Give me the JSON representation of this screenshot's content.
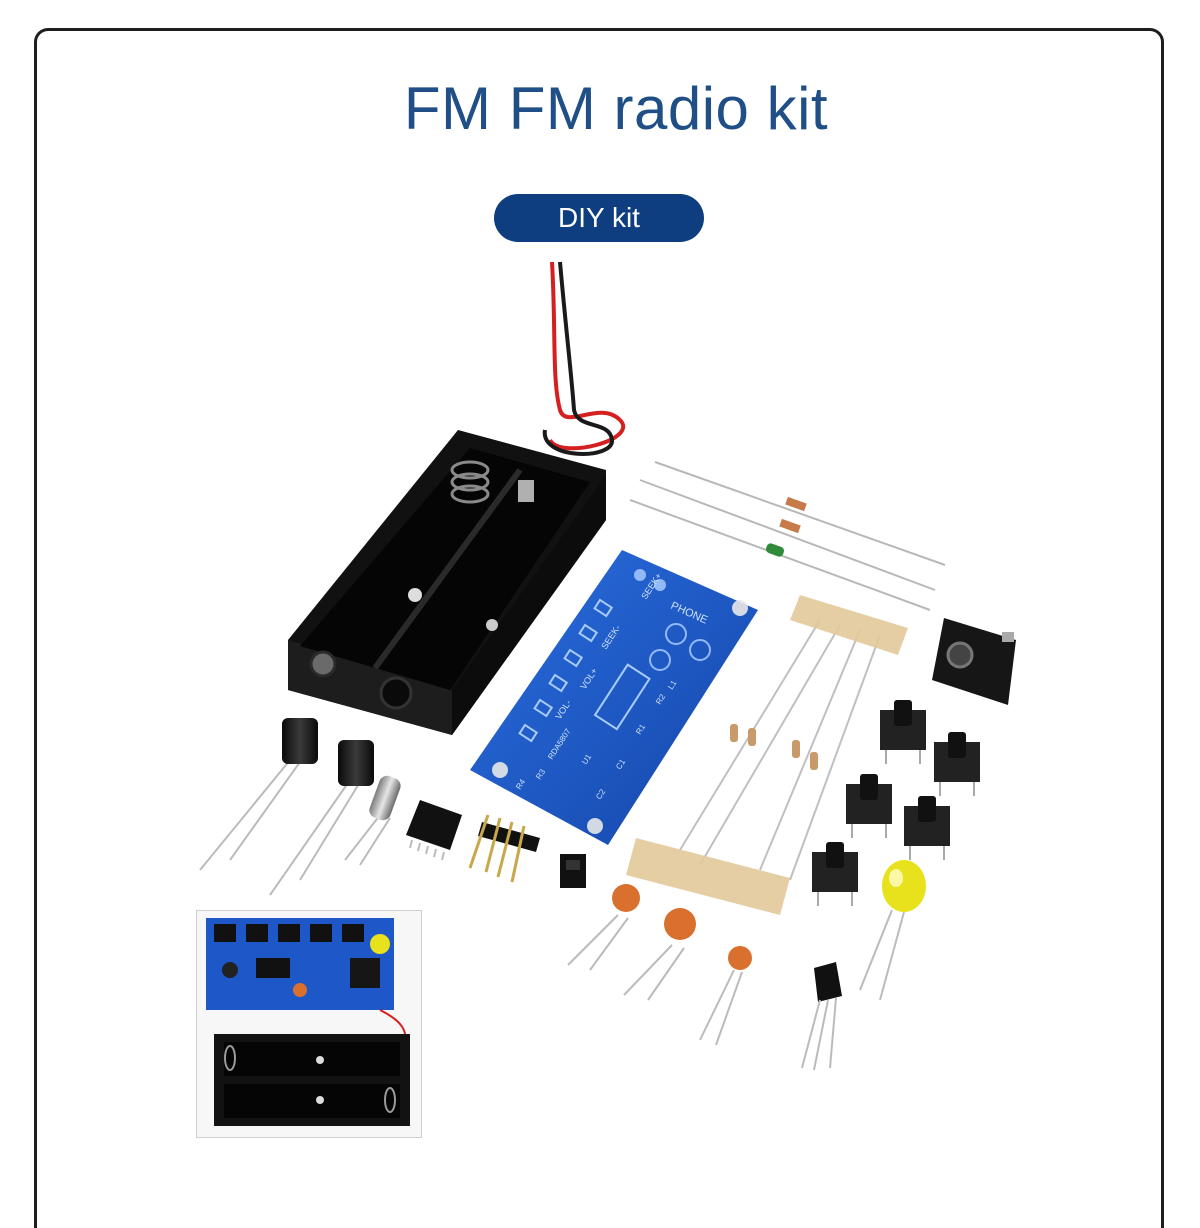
{
  "header": {
    "title": "FM FM radio kit",
    "badge": "DIY kit"
  },
  "pcb": {
    "silkscreen": [
      "PHONE",
      "SEEK-",
      "SEEK+",
      "VOL-",
      "VOL+",
      "RDA5807",
      "U1",
      "C1",
      "C2",
      "R1",
      "R2",
      "R3",
      "R4",
      "L1"
    ]
  },
  "colors": {
    "title": "#1f4f86",
    "badge_bg": "#0f3e80",
    "pcb_blue": "#1d57c8",
    "battery_holder": "#121212",
    "wire_red": "#d42020",
    "capacitor_orange": "#d9702e",
    "led_yellow": "#e8e21c",
    "tape": "#e2c99a"
  }
}
